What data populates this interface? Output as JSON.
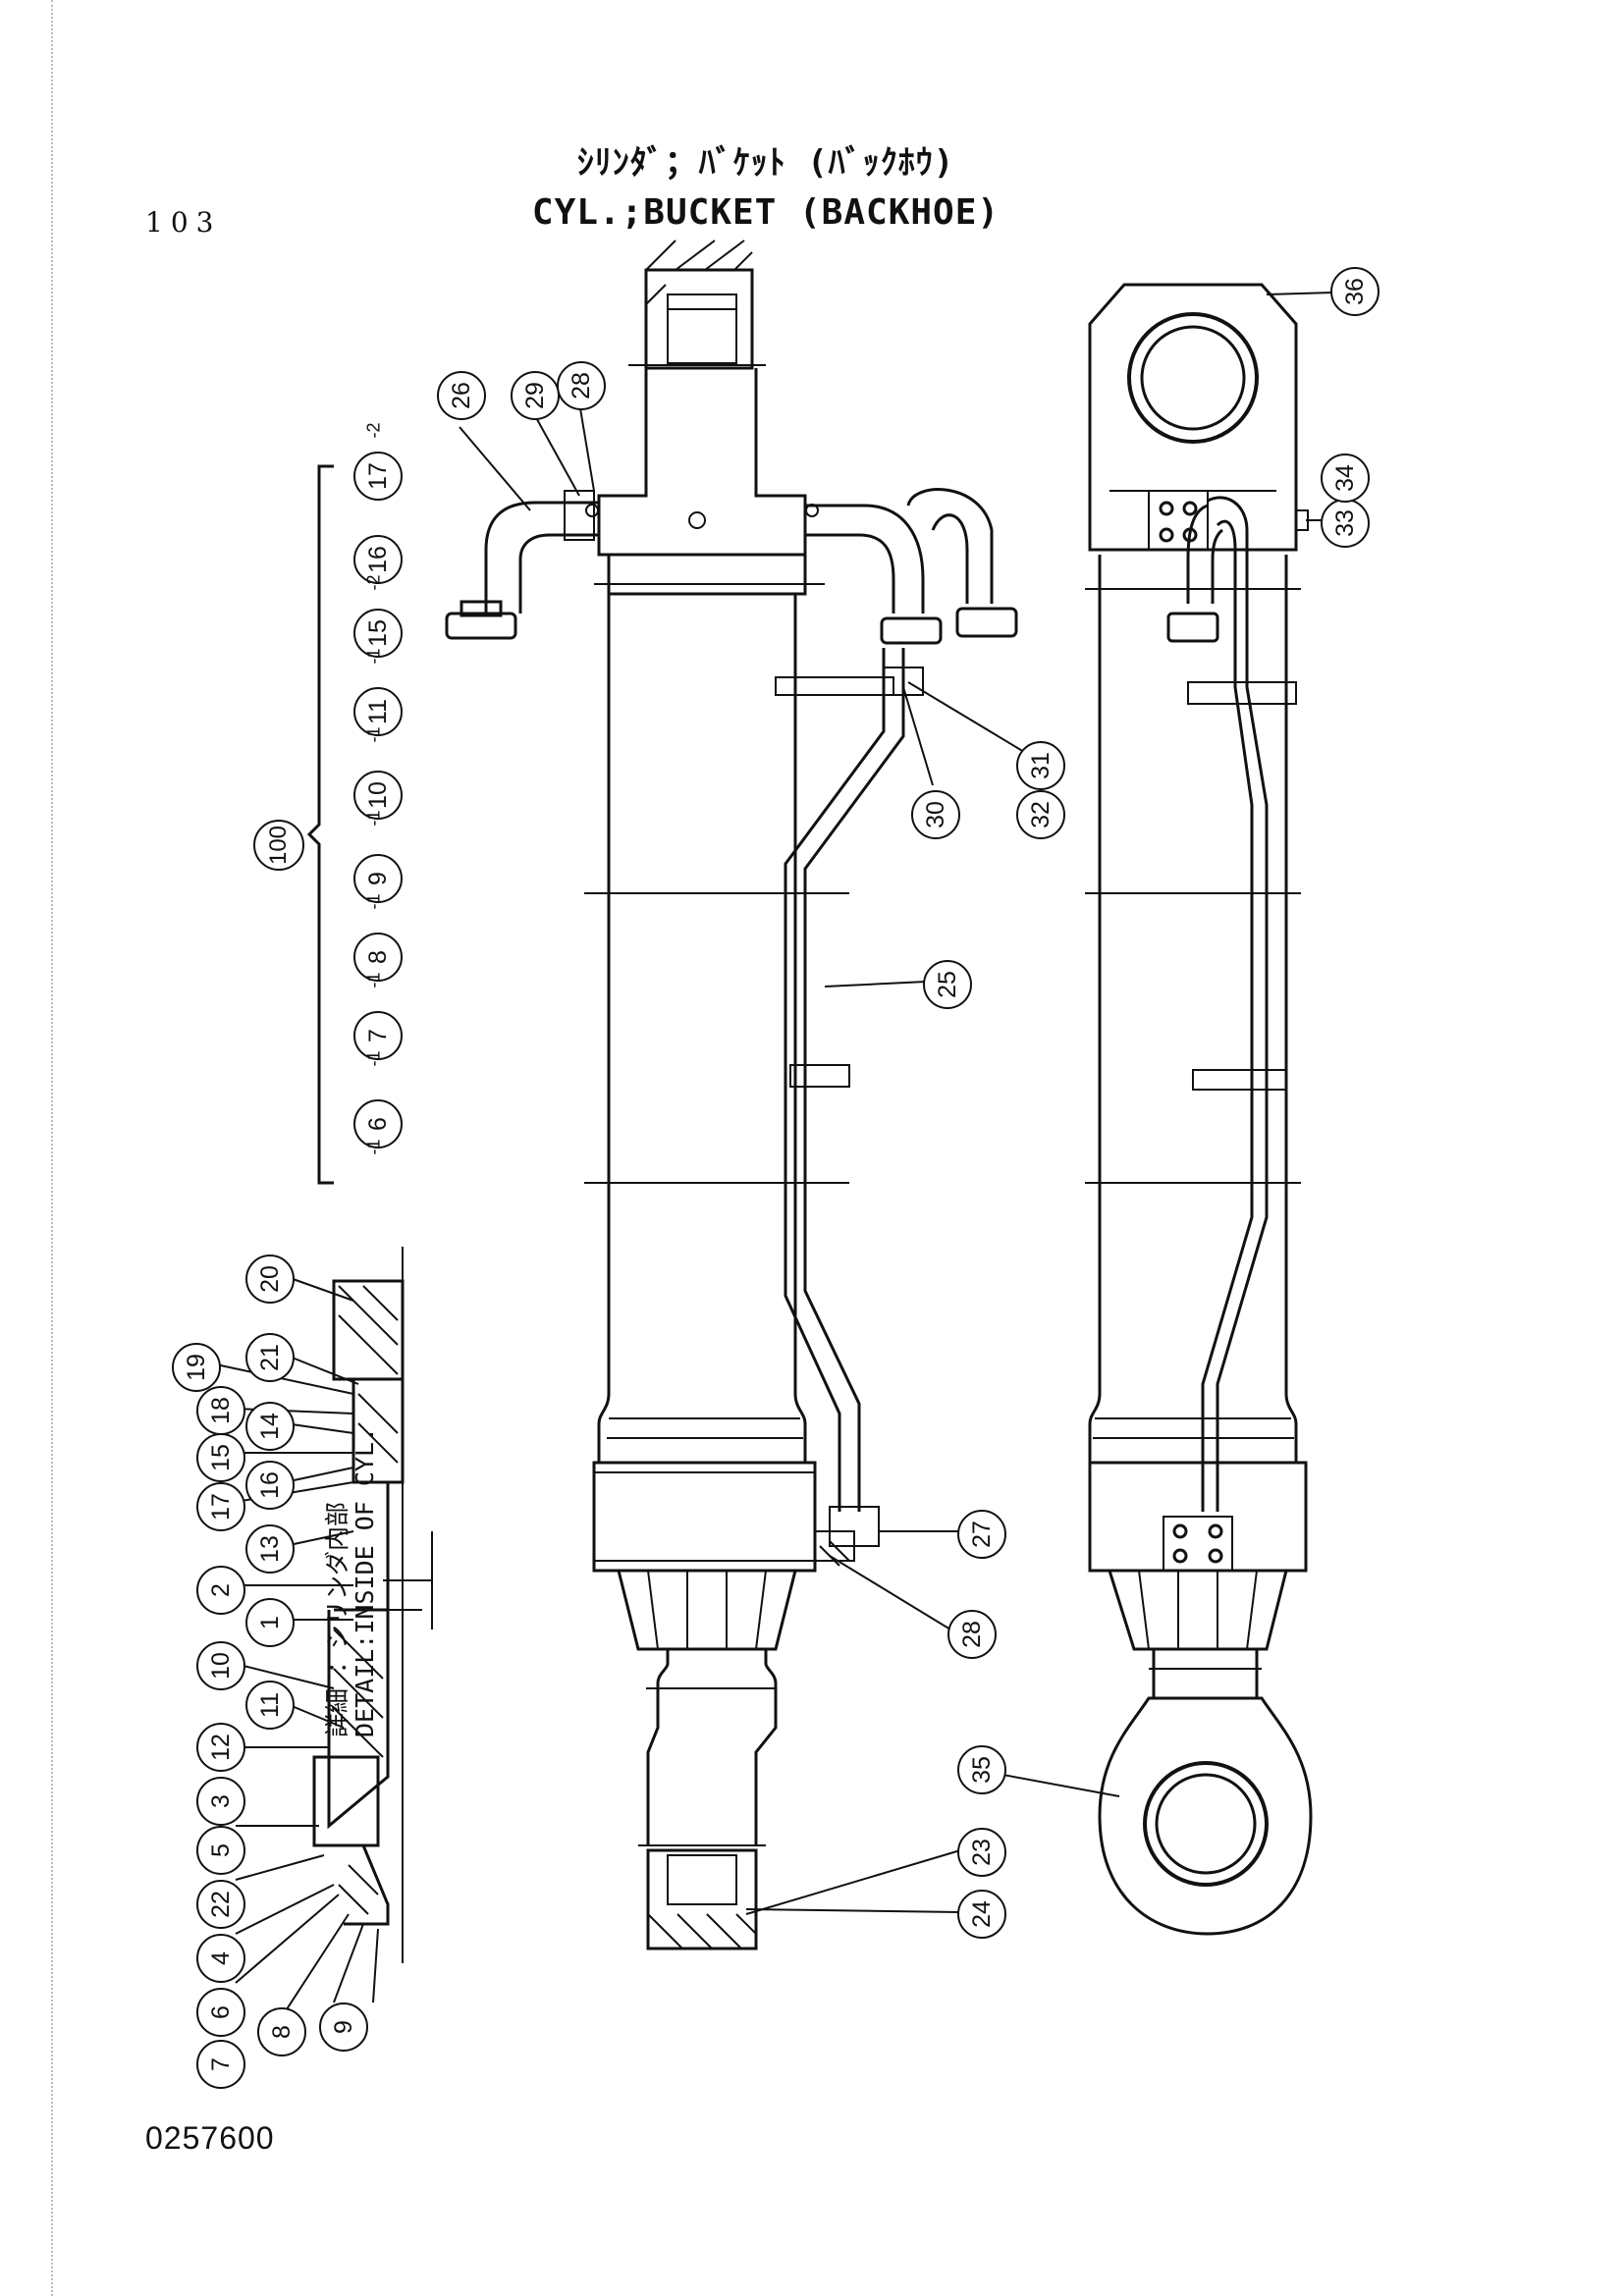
{
  "header": {
    "title_jp": "ｼﾘﾝﾀﾞ；ﾊﾞｹｯﾄ (ﾊﾞｯｸﾎｳ)",
    "title_en": "CYL.;BUCKET (BACKHOE)",
    "page_number": "103"
  },
  "footer": {
    "drawing_code": "0257600"
  },
  "detail_note": {
    "line1": "詳細 ：シリンダ内部",
    "line2": "DETAIL:INSIDE OF CYL."
  },
  "kit": {
    "number": "100",
    "items": [
      {
        "num": "6",
        "qty": "-1"
      },
      {
        "num": "7",
        "qty": "-1"
      },
      {
        "num": "8",
        "qty": "-1"
      },
      {
        "num": "9",
        "qty": "-1"
      },
      {
        "num": "10",
        "qty": "-1"
      },
      {
        "num": "11",
        "qty": "-1"
      },
      {
        "num": "15",
        "qty": "-1"
      },
      {
        "num": "16",
        "qty": "-2"
      },
      {
        "num": "17",
        "qty": "-2"
      }
    ]
  },
  "callouts": {
    "c26": "26",
    "c29": "29",
    "c28a": "28",
    "c36": "36",
    "c33": "33",
    "c34": "34",
    "c30": "30",
    "c31": "31",
    "c32": "32",
    "c25": "25",
    "c27": "27",
    "c28b": "28",
    "c35": "35",
    "c23": "23",
    "c24": "24",
    "d20": "20",
    "d21": "21",
    "d19": "19",
    "d18": "18",
    "d14": "14",
    "d15": "15",
    "d16": "16",
    "d17": "17",
    "d13": "13",
    "d2": "2",
    "d1": "1",
    "d10": "10",
    "d11": "11",
    "d12": "12",
    "d3": "3",
    "d5": "5",
    "d22": "22",
    "d4": "4",
    "d6": "6",
    "d7": "7",
    "d8": "8",
    "d9": "9"
  }
}
